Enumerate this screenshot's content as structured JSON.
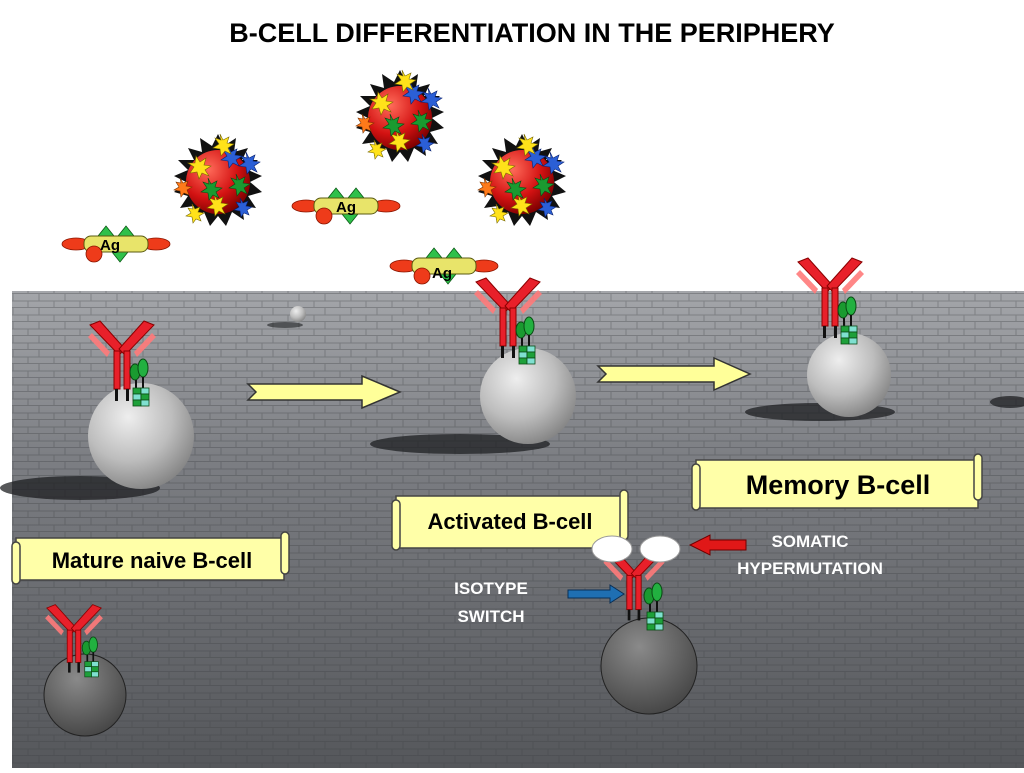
{
  "title": "B-CELL DIFFERENTIATION IN THE PERIPHERY",
  "antigen_label": "Ag",
  "labels": {
    "mature_naive": "Mature naive B-cell",
    "activated": "Activated B-cell",
    "memory": "Memory B-cell",
    "isotype_switch_line1": "ISOTYPE",
    "isotype_switch_line2": "SWITCH",
    "somatic_line1": "SOMATIC",
    "somatic_line2": "HYPERMUTATION"
  },
  "colors": {
    "antibody_red": "#e8202a",
    "pavement": "#6f7175",
    "scroll_fill": "#ffffa8",
    "arrow_fill": "#ffff99",
    "blue_arrow": "#1f6fb2",
    "red_arrow": "#e01818"
  }
}
